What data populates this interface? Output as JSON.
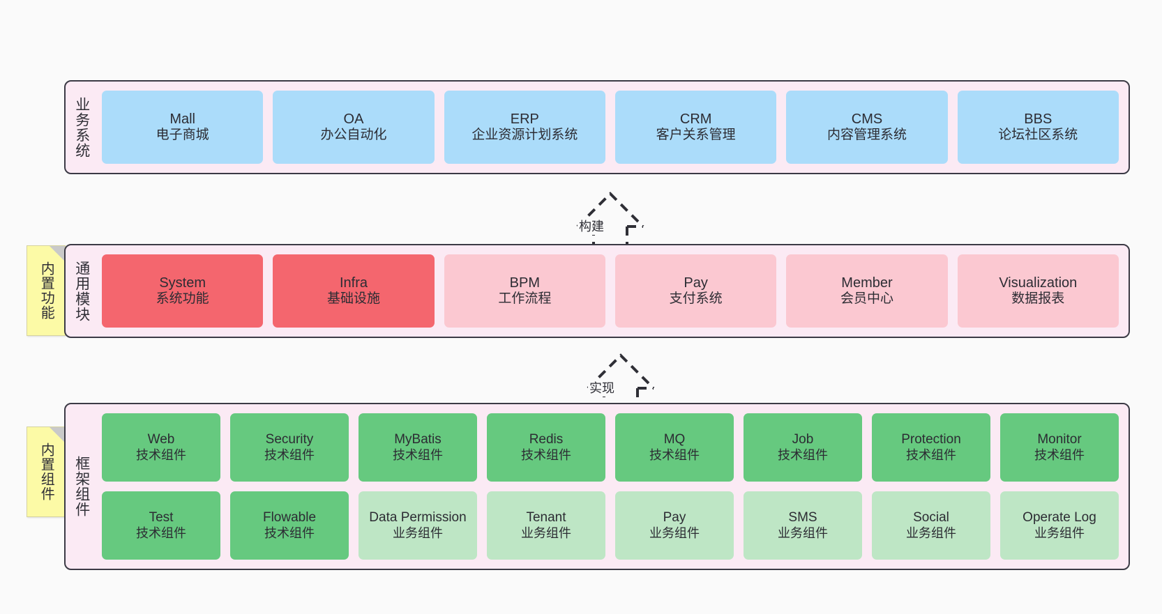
{
  "layers": [
    {
      "id": "business-system",
      "title": "业务系统",
      "rows": [
        {
          "color": "c-blue",
          "boxes": [
            {
              "name": "Mall",
              "desc": "电子商城"
            },
            {
              "name": "OA",
              "desc": "办公自动化"
            },
            {
              "name": "ERP",
              "desc": "企业资源计划系统"
            },
            {
              "name": "CRM",
              "desc": "客户关系管理"
            },
            {
              "name": "CMS",
              "desc": "内容管理系统"
            },
            {
              "name": "BBS",
              "desc": "论坛社区系统"
            }
          ]
        }
      ]
    },
    {
      "id": "common-module",
      "title": "通用模块",
      "note": "内置功能",
      "rows": [
        {
          "boxes": [
            {
              "name": "System",
              "desc": "系统功能",
              "color": "c-red"
            },
            {
              "name": "Infra",
              "desc": "基础设施",
              "color": "c-red"
            },
            {
              "name": "BPM",
              "desc": "工作流程",
              "color": "c-pink"
            },
            {
              "name": "Pay",
              "desc": "支付系统",
              "color": "c-pink"
            },
            {
              "name": "Member",
              "desc": "会员中心",
              "color": "c-pink"
            },
            {
              "name": "Visualization",
              "desc": "数据报表",
              "color": "c-pink"
            }
          ]
        }
      ]
    },
    {
      "id": "framework-component",
      "title": "框架组件",
      "note": "内置组件",
      "rows": [
        {
          "boxes": [
            {
              "name": "Web",
              "desc": "技术组件",
              "color": "c-green"
            },
            {
              "name": "Security",
              "desc": "技术组件",
              "color": "c-green"
            },
            {
              "name": "MyBatis",
              "desc": "技术组件",
              "color": "c-green"
            },
            {
              "name": "Redis",
              "desc": "技术组件",
              "color": "c-green"
            },
            {
              "name": "MQ",
              "desc": "技术组件",
              "color": "c-green"
            },
            {
              "name": "Job",
              "desc": "技术组件",
              "color": "c-green"
            },
            {
              "name": "Protection",
              "desc": "技术组件",
              "color": "c-green"
            },
            {
              "name": "Monitor",
              "desc": "技术组件",
              "color": "c-green"
            }
          ]
        },
        {
          "boxes": [
            {
              "name": "Test",
              "desc": "技术组件",
              "color": "c-green"
            },
            {
              "name": "Flowable",
              "desc": "技术组件",
              "color": "c-green"
            },
            {
              "name": "Data Permission",
              "desc": "业务组件",
              "color": "c-lightgreen"
            },
            {
              "name": "Tenant",
              "desc": "业务组件",
              "color": "c-lightgreen"
            },
            {
              "name": "Pay",
              "desc": "业务组件",
              "color": "c-lightgreen"
            },
            {
              "name": "SMS",
              "desc": "业务组件",
              "color": "c-lightgreen"
            },
            {
              "name": "Social",
              "desc": "业务组件",
              "color": "c-lightgreen"
            },
            {
              "name": "Operate Log",
              "desc": "业务组件",
              "color": "c-lightgreen"
            }
          ]
        }
      ]
    }
  ],
  "arrows": [
    {
      "id": "build",
      "label": "构建"
    },
    {
      "id": "implement",
      "label": "实现"
    }
  ],
  "colors": {
    "container_bg": "#fbeaf4",
    "container_border": "#3b3a45",
    "business_box": "#abdcfa",
    "core_module": "#f4666e",
    "module_box": "#fbc8d1",
    "tech_component": "#66c97f",
    "business_component": "#bee6c5",
    "note_bg": "#fcfaa6",
    "canvas_bg": "#fafafa"
  }
}
